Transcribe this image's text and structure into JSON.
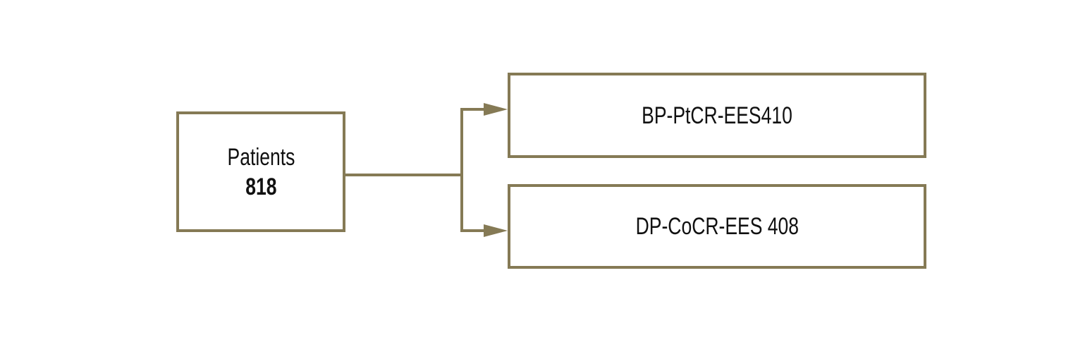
{
  "colors": {
    "stroke": "#857a55",
    "text": "#111111"
  },
  "source": {
    "label": "Patients",
    "count": "818"
  },
  "arms": [
    {
      "label": "BP-PtCR-EES410"
    },
    {
      "label": "DP-CoCR-EES 408"
    }
  ]
}
